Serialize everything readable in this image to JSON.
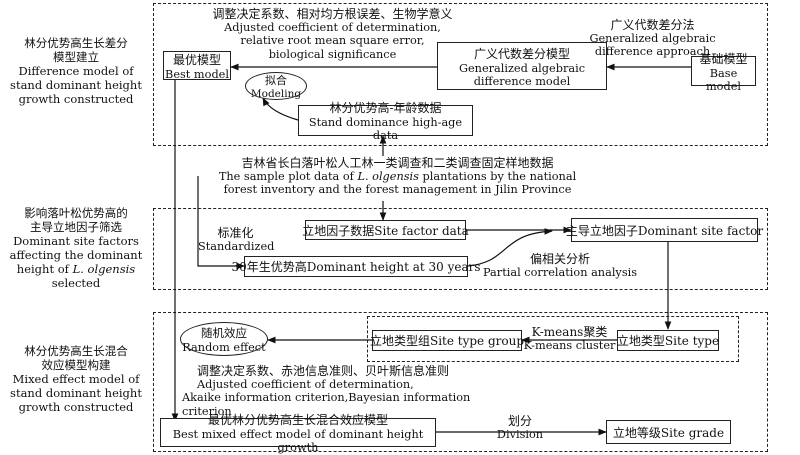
{
  "sections": {
    "difference_model": [
      "林分优势高生长差分",
      "模型建立",
      "Difference model of",
      "stand dominant height",
      "growth constructed"
    ],
    "site_factor_screening": [
      "影响落叶松优势高的",
      "主导立地因子筛选",
      "Dominant site factors",
      "affecting the dominant",
      "height of ",
      "L. olgensis",
      "selected"
    ],
    "mixed_effect_model": [
      "林分优势高生长混合",
      "效应模型构建",
      "Mixed effect model of",
      "stand dominant height",
      "growth constructed"
    ]
  },
  "nodes": {
    "base_model": {
      "cn": "基础模型",
      "en": "Base model"
    },
    "gada_model": {
      "cn": "广义代数差分模型",
      "en1": "Generalized  algebraic",
      "en2": "difference model"
    },
    "best_model": {
      "cn": "最优模型",
      "en": "Best model"
    },
    "modeling": {
      "cn": "拟合",
      "en": "Modeling"
    },
    "stand_data": {
      "cn": "林分优势高-年龄数据",
      "en": "Stand dominance high-age data"
    },
    "sample_plot": {
      "cn": "吉林省长白落叶松人工林一类调查和二类调查固定样地数据",
      "en1a": "The sample plot data of ",
      "en1b": "L. olgensis",
      "en1c": " plantations by the national",
      "en2": "forest inventory and the forest management in Jilin Province"
    },
    "site_factor_data": {
      "text": "立地因子数据Site factor data"
    },
    "dominant_site_factor": {
      "text": "主导立地因子Dominant site factor"
    },
    "height_30": {
      "text": "30年生优势高Dominant height at 30 years"
    },
    "site_type": {
      "text": "立地类型Site type"
    },
    "site_type_group": {
      "text": "立地类型组Site type group"
    },
    "random_effect": {
      "cn": "随机效应",
      "en": "Random effect"
    },
    "best_mixed_model": {
      "cn": "最优林分优势高生长混合效应模型",
      "en": "Best mixed effect model of dominant height growth"
    },
    "site_grade": {
      "text": "立地等级Site grade"
    }
  },
  "edge_labels": {
    "gada_approach": {
      "cn": "广义代数差分法",
      "en1": "Generalized algebraic",
      "en2": "difference approach"
    },
    "criteria_top": {
      "cn": "调整决定系数、相对均方根误差、生物学意义",
      "en1": "Adjusted coefficient of determination,",
      "en2": "relative root mean square error,",
      "en3": "biological significance"
    },
    "standardized": {
      "cn": "标准化",
      "en": "Standardized"
    },
    "partial_corr": {
      "cn": "偏相关分析",
      "en": "Partial correlation analysis"
    },
    "kmeans": {
      "cn": "K-means聚类",
      "en": "K-means cluster"
    },
    "criteria_bottom": {
      "cn": "调整决定系数、赤池信息准则、贝叶斯信息准则",
      "en1": "Adjusted coefficient of determination,",
      "en2": "Akaike information criterion,Bayesian information criterion"
    },
    "division": {
      "cn": "划分",
      "en": "Division"
    }
  }
}
